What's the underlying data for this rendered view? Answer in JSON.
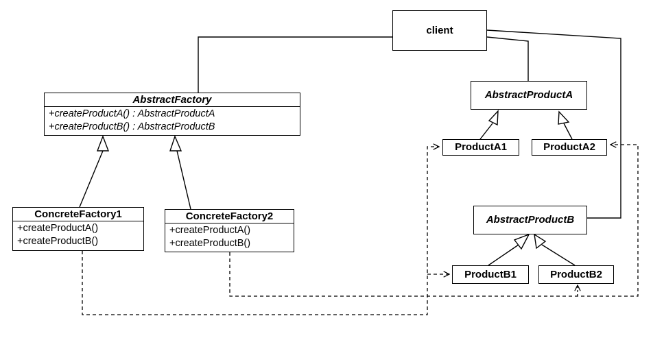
{
  "client": {
    "label": "client"
  },
  "abstract_factory": {
    "name": "AbstractFactory",
    "operations": [
      "+createProductA() : AbstractProductA",
      "+createProductB() : AbstractProductB"
    ]
  },
  "concrete_factory_1": {
    "name": "ConcreteFactory1",
    "operations": [
      "+createProductA()",
      "+createProductB()"
    ]
  },
  "concrete_factory_2": {
    "name": "ConcreteFactory2",
    "operations": [
      "+createProductA()",
      "+createProductB()"
    ]
  },
  "abstract_product_a": {
    "name": "AbstractProductA"
  },
  "abstract_product_b": {
    "name": "AbstractProductB"
  },
  "product_a1": {
    "name": "ProductA1"
  },
  "product_a2": {
    "name": "ProductA2"
  },
  "product_b1": {
    "name": "ProductB1"
  },
  "product_b2": {
    "name": "ProductB2"
  }
}
